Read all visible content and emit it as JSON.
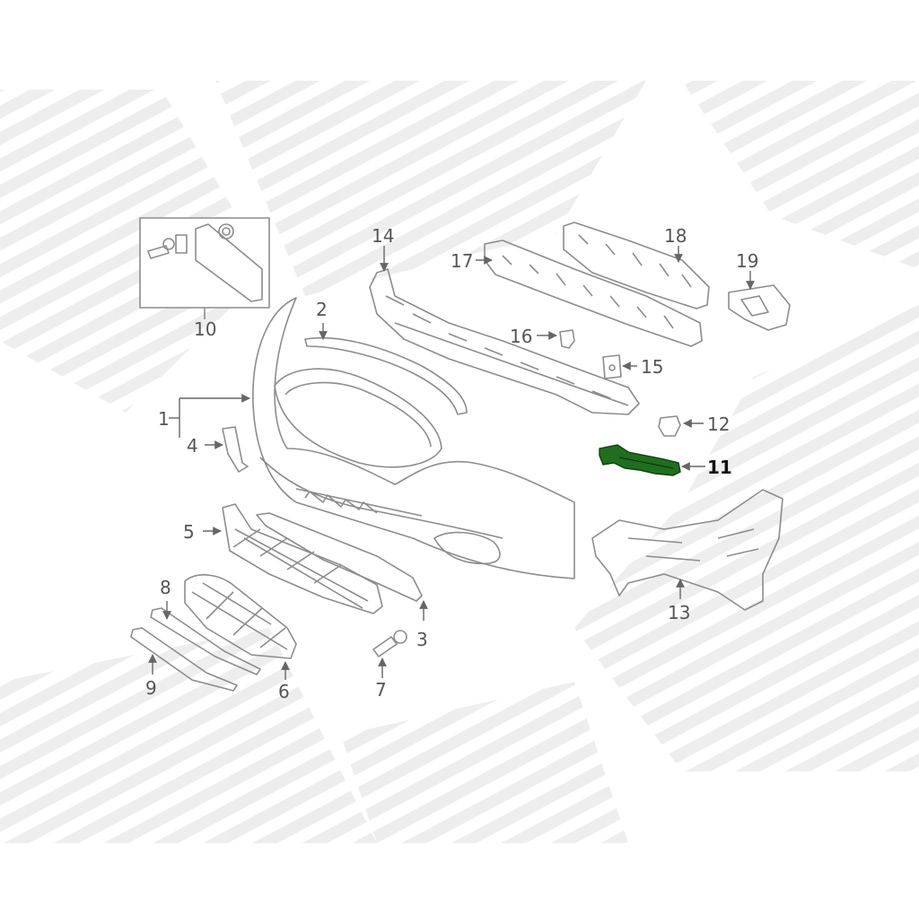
{
  "diagram": {
    "colors": {
      "line": "#8c8c8c",
      "label": "#555555",
      "highlight_fill": "#1f6f1f",
      "highlight_label": "#111111",
      "watermark": "#ececec"
    },
    "callouts": [
      {
        "id": "1",
        "label": "1"
      },
      {
        "id": "2",
        "label": "2"
      },
      {
        "id": "3",
        "label": "3"
      },
      {
        "id": "4",
        "label": "4"
      },
      {
        "id": "5",
        "label": "5"
      },
      {
        "id": "6",
        "label": "6"
      },
      {
        "id": "7",
        "label": "7"
      },
      {
        "id": "8",
        "label": "8"
      },
      {
        "id": "9",
        "label": "9"
      },
      {
        "id": "10",
        "label": "10"
      },
      {
        "id": "11",
        "label": "11",
        "highlighted": true
      },
      {
        "id": "12",
        "label": "12"
      },
      {
        "id": "13",
        "label": "13"
      },
      {
        "id": "14",
        "label": "14"
      },
      {
        "id": "15",
        "label": "15"
      },
      {
        "id": "16",
        "label": "16"
      },
      {
        "id": "17",
        "label": "17"
      },
      {
        "id": "18",
        "label": "18"
      },
      {
        "id": "19",
        "label": "19"
      }
    ]
  }
}
